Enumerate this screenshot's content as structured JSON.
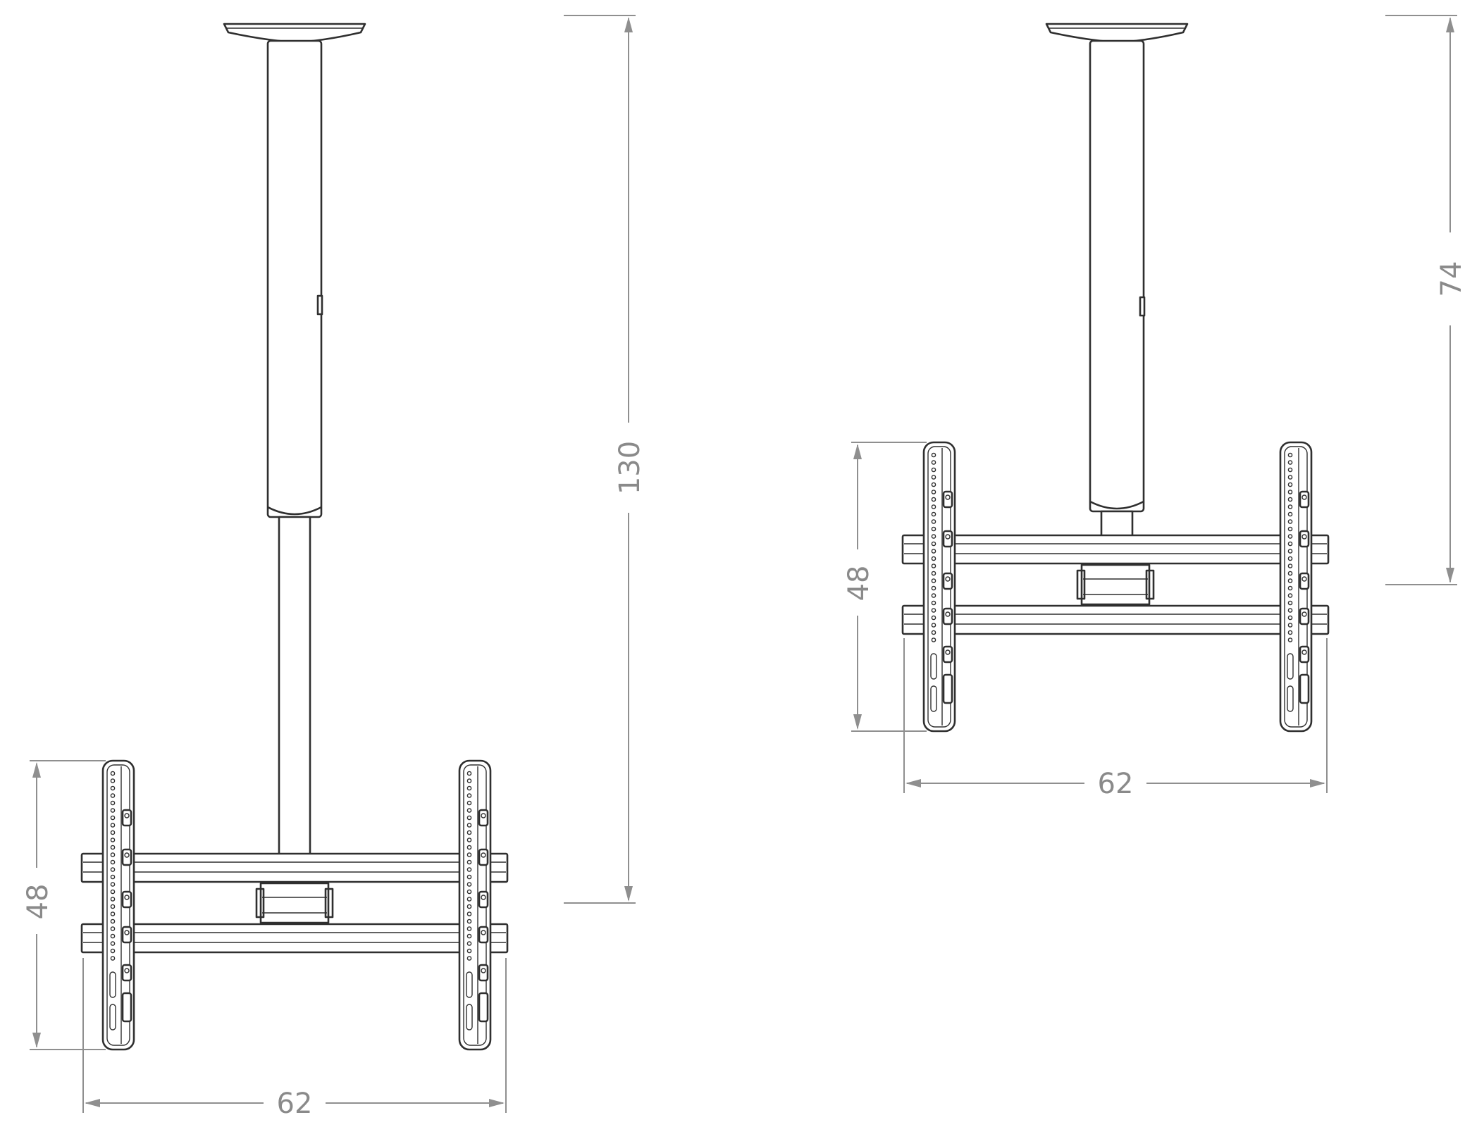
{
  "drawing": {
    "views": [
      {
        "id": "extended",
        "labels": {
          "total_height": "130",
          "bracket_height": "48",
          "bracket_width": "62"
        }
      },
      {
        "id": "retracted",
        "labels": {
          "total_height": "74",
          "bracket_height": "48",
          "bracket_width": "62"
        }
      }
    ]
  }
}
